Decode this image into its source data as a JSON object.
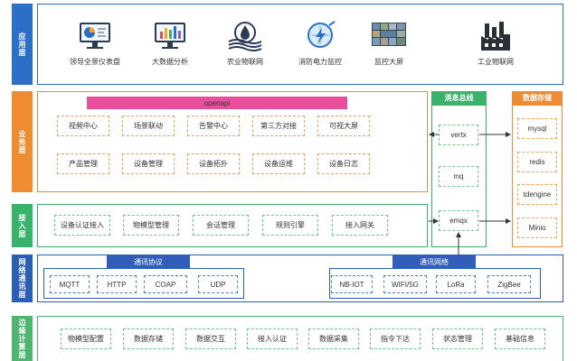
{
  "colors": {
    "app": "#2b6fc9",
    "business": "#ef8c32",
    "access": "#39b36b",
    "network": "#2b5fb5",
    "edge": "#4eb46e",
    "openapi": "#e84e9c",
    "bus_head": "#39b36b",
    "storage_head": "#ef8c32"
  },
  "layers": {
    "app": "应用层",
    "business": "业务层",
    "access": "接入层",
    "network": "网络通讯层",
    "edge": "边缘计算层"
  },
  "apps": [
    {
      "label": "领导全景仪表盘",
      "icon": "dashboard-monitor-icon"
    },
    {
      "label": "大数据分析",
      "icon": "bar-chart-monitor-icon"
    },
    {
      "label": "农业物联网",
      "icon": "water-drop-field-icon"
    },
    {
      "label": "消防电力监控",
      "icon": "fire-power-monitor-icon"
    },
    {
      "label": "监控大屏",
      "icon": "video-wall-icon"
    },
    {
      "label": "工业物联网",
      "icon": "factory-icon"
    }
  ],
  "openapi": "openapi",
  "business_row1": [
    "视频中心",
    "场景联动",
    "告警中心",
    "第三方对接",
    "可视大屏"
  ],
  "business_row2": [
    "产品管理",
    "设备管理",
    "设备拓扑",
    "设备运维",
    "设备日志"
  ],
  "message_bus": {
    "title": "消息总线",
    "items": [
      "vertx",
      "mq",
      "emqx"
    ]
  },
  "storage": {
    "title": "数据存储",
    "items": [
      "mysql",
      "redis",
      "tdengine",
      "Minio"
    ]
  },
  "access_items": [
    "设备认证接入",
    "物模型管理",
    "会话管理",
    "规则引擎",
    "接入网关"
  ],
  "protocols": {
    "title": "通讯协议",
    "items": [
      "MQTT",
      "HTTP",
      "COAP",
      "UDP"
    ]
  },
  "networks": {
    "title": "通讯网络",
    "items": [
      "NB-IOT",
      "WIFI/5G",
      "LoRa",
      "ZigBee"
    ]
  },
  "edge_items": [
    "物模型配置",
    "数据存储",
    "数据交互",
    "接入认证",
    "数据采集",
    "指令下达",
    "状态管理",
    "基础信息"
  ]
}
